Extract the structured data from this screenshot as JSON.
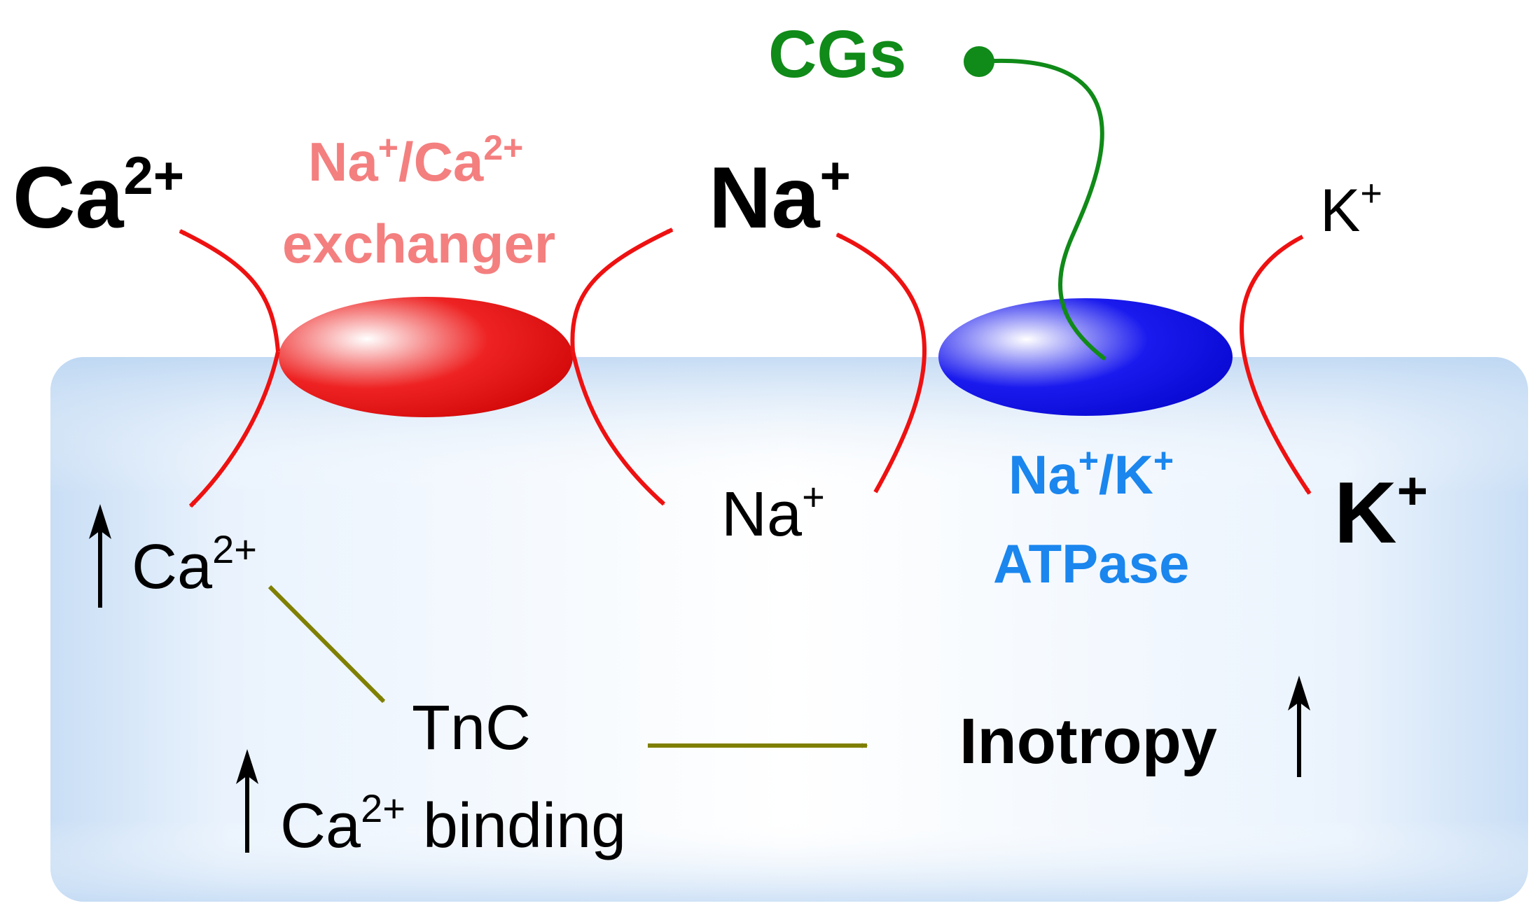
{
  "labels": {
    "cgs": "CGs",
    "ca_out_base": "Ca",
    "ca_out_sup": "2+",
    "na_out_base": "Na",
    "na_out_sup": "+",
    "k_out_top_base": "K",
    "k_out_top_sup": "+",
    "exchanger_l1_a": "Na",
    "exchanger_l1_a_sup": "+",
    "exchanger_l1_b": "/Ca",
    "exchanger_l1_b_sup": "2+",
    "exchanger_l2": "exchanger",
    "na_in_base": "Na",
    "na_in_sup": "+",
    "ca_in_base": "Ca",
    "ca_in_sup": "2+",
    "atpase_l1_a": "Na",
    "atpase_l1_a_sup": "+",
    "atpase_l1_b": "/K",
    "atpase_l1_b_sup": "+",
    "atpase_l2": "ATPase",
    "k_in_base": "K",
    "k_in_sup": "+",
    "tnc": "TnC",
    "binding_ca": "Ca",
    "binding_sup": "2+",
    "binding_word": " binding",
    "inotropy": "Inotropy"
  },
  "colors": {
    "cell": "#cfe3f7",
    "transport_arrow": "#ee1111",
    "cgs": "#108a18",
    "pathway_arrow": "#7f7f00",
    "exchanger_label": "#f47f7f",
    "atpase_label": "#1a86ee",
    "exchanger_body": "#ee1111",
    "atpase_body": "#1010dd"
  }
}
